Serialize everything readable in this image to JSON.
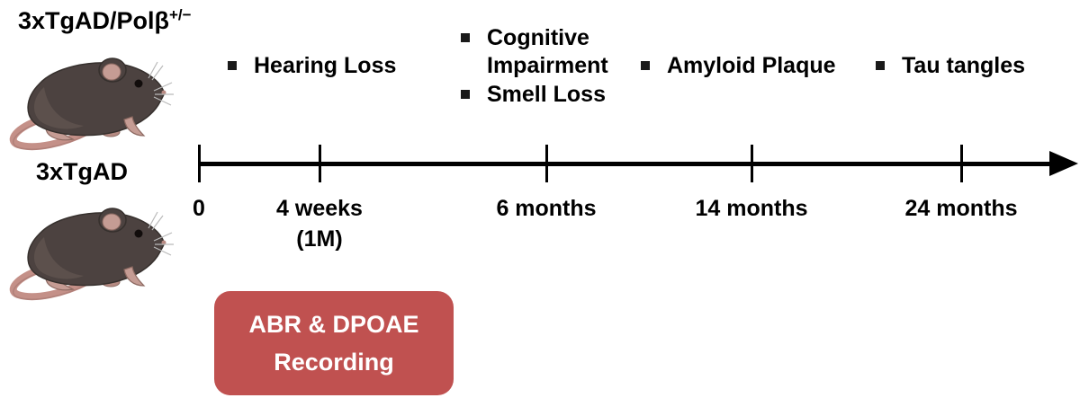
{
  "figure": {
    "group_top": {
      "label": "3xTgAD/Polβ",
      "superscript": "+/−"
    },
    "group_bottom": {
      "label": "3xTgAD"
    },
    "milestones": [
      {
        "label": "Hearing Loss"
      },
      {
        "label": "Cognitive Impairment"
      },
      {
        "label": "Smell Loss"
      },
      {
        "label": "Amyloid Plaque"
      },
      {
        "label": "Tau tangles"
      }
    ],
    "timeline": {
      "ticks": [
        {
          "label": "0",
          "sublabel": ""
        },
        {
          "label": "4 weeks",
          "sublabel": "(1M)"
        },
        {
          "label": "6 months",
          "sublabel": ""
        },
        {
          "label": "14 months",
          "sublabel": ""
        },
        {
          "label": "24 months",
          "sublabel": ""
        }
      ]
    },
    "callout": {
      "line1": "ABR & DPOAE",
      "line2": "Recording",
      "bg_color": "#C05150",
      "text_color": "#FFFFFF"
    },
    "colors": {
      "mouse_body": "#4C4240",
      "mouse_pink": "#C59C94",
      "axis": "#000000",
      "text": "#000000"
    }
  }
}
